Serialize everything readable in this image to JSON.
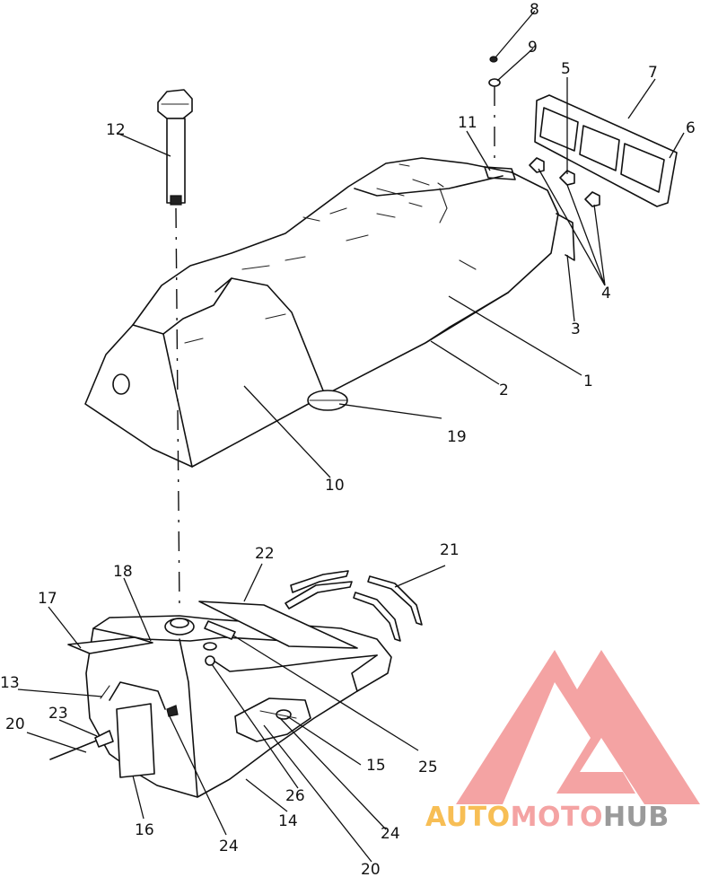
{
  "diagram": {
    "callouts": [
      "1",
      "2",
      "3",
      "4",
      "5",
      "6",
      "7",
      "8",
      "9",
      "10",
      "11",
      "12",
      "13",
      "14",
      "15",
      "16",
      "17",
      "18",
      "19",
      "20",
      "20",
      "21",
      "22",
      "23",
      "24",
      "24",
      "24",
      "25",
      "26"
    ]
  },
  "watermark": {
    "word_part1": "AUTO",
    "word_part2": "MOTO",
    "word_part3": "HUB",
    "color_red": "#f4a3a3",
    "color_yellow": "#f7be55",
    "color_gray": "#9a9a9a"
  }
}
